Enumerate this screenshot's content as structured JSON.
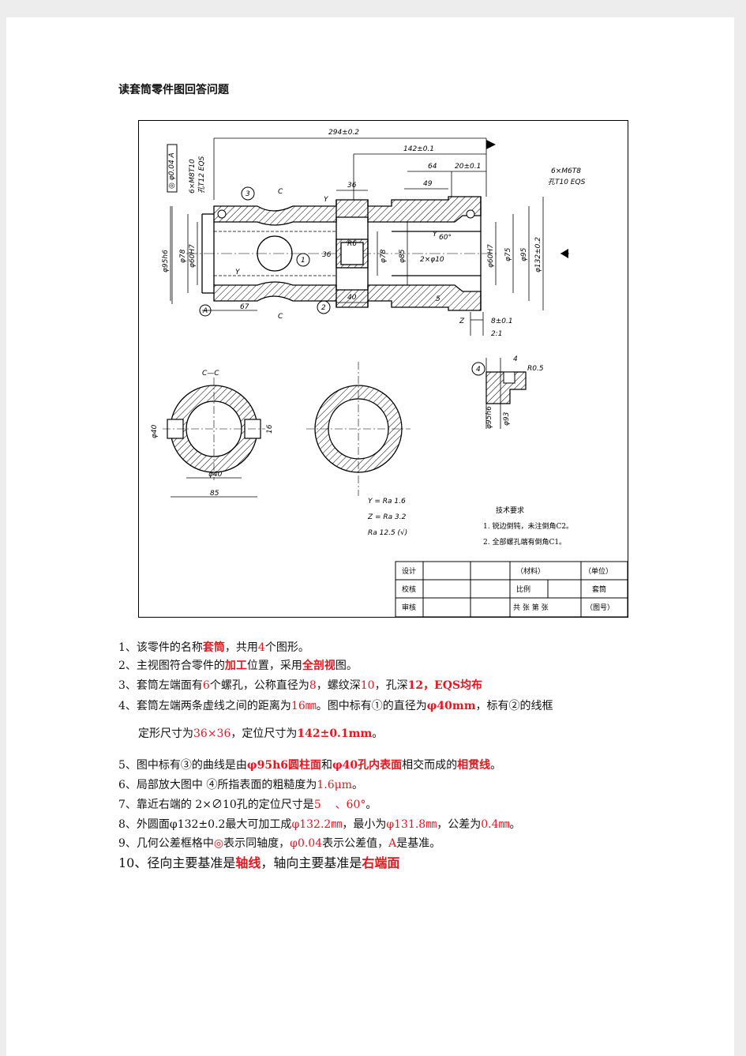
{
  "title": "读套筒零件图回答问题",
  "drawing": {
    "dims": {
      "total_length": "294±0.2",
      "d142": "142±0.1",
      "d64": "64",
      "d20": "20±0.1",
      "d36_top": "36",
      "d49": "49",
      "d36_side": "36",
      "d40": "40",
      "d67": "67",
      "d5": "5",
      "d8": "8±0.1",
      "phi95h6": "φ95h6",
      "phi78_left": "φ78",
      "phi60h7_left": "φ60H7",
      "phi78_mid": "φ78",
      "phi85": "φ85",
      "phi60h7_right": "φ60H7",
      "phi75": "φ75",
      "phi95": "φ95",
      "phi132": "φ132±0.2",
      "angle60": "60°",
      "holes2": "2×φ10",
      "r6": "R6",
      "holes_left_1": "6×M8T10",
      "holes_left_2": "孔T12 EQS",
      "holes_right_1": "6×M6T8",
      "holes_right_2": "孔T10 EQS",
      "tol_frame": "◎ φ0.04 A",
      "datum": "A",
      "section_label": "C",
      "callout1": "1",
      "callout2": "2",
      "callout3": "3",
      "callout4": "4",
      "surf_y": "Y",
      "surf_z": "Z",
      "scale": "2:1",
      "detail_r": "R0.5",
      "detail_w": "4",
      "detail_phi95": "φ95h6",
      "detail_phi93": "φ93",
      "cc_title": "C—C",
      "cc_phi40_left": "φ40",
      "cc_16": "16",
      "cc_phi40_bottom": "φ40",
      "cc_85": "85",
      "rough1": "Y = Ra 1.6",
      "rough2": "Z = Ra 3.2",
      "rough3": "Ra 12.5 (√)"
    },
    "tech": {
      "title": "技术要求",
      "line1": "1. 锐边倒钝，未注倒角C2。",
      "line2": "2. 全部螺孔端有倒角C1。"
    },
    "titleblock": {
      "design": "设计",
      "check": "校核",
      "review": "审核",
      "material": "（材料）",
      "unit": "（单位）",
      "scale": "比例",
      "name": "套筒",
      "sheets": "共  张  第  张",
      "drawing_no": "（图号）"
    }
  },
  "qa": {
    "q1": {
      "a": "1、该零件的名称",
      "b": "套筒",
      "c": "，共用",
      "d": "4",
      "e": "个图形。"
    },
    "q2": {
      "a": "2、主视图符合零件的",
      "b": "加工",
      "c": "位置，采用",
      "d": "全剖视",
      "e": "图。"
    },
    "q3": {
      "a": "3、套筒左端面有",
      "b": "6",
      "c": "个螺孔，公称直径为",
      "d": "8",
      "e": "，螺纹深",
      "f": "10",
      "g": "，孔深",
      "h": "12，EQS均布"
    },
    "q4": {
      "a": "4、套筒左端两条虚线之间的距离为",
      "b": "16㎜",
      "c": "。图中标有①的直径为",
      "d": "φ40mm",
      "e": "，标有②的线框"
    },
    "q4b": {
      "a": "定形尺寸为",
      "b": "36×36",
      "c": "，定位尺寸为",
      "d": "142±0.1mm",
      "e": "。"
    },
    "q5": {
      "a": "5、图中标有③的曲线是由",
      "b": "φ95h6圆柱面",
      "c": "和",
      "d": "φ40孔内表面",
      "e": "相交而成的",
      "f": "相贯线",
      "g": "。"
    },
    "q6": {
      "a": "6、局部放大图中 ④所指表面的粗糙度为",
      "b": "1.6μm",
      "c": "。"
    },
    "q7": {
      "a": "7、靠近右端的 2×∅10孔的定位尺寸是",
      "b": "5",
      "c": "、60°",
      "d": "。"
    },
    "q8": {
      "a": "8、外圆面φ132±0.2最大可加工成",
      "b": "φ132.2㎜",
      "c": "，最小为",
      "d": "φ131.8㎜",
      "e": "，公差为",
      "f": "0.4㎜",
      "g": "。"
    },
    "q9": {
      "a": "9、几何公差框格中",
      "b": "◎",
      "c": "表示同轴度，",
      "d": "φ0.04",
      "e": "表示公差值，",
      "f": "A",
      "g": "是基准。"
    },
    "q10": {
      "a": "10、径向主要基准是",
      "b": "轴线",
      "c": "，轴向主要基准是",
      "d": "右端面"
    }
  }
}
